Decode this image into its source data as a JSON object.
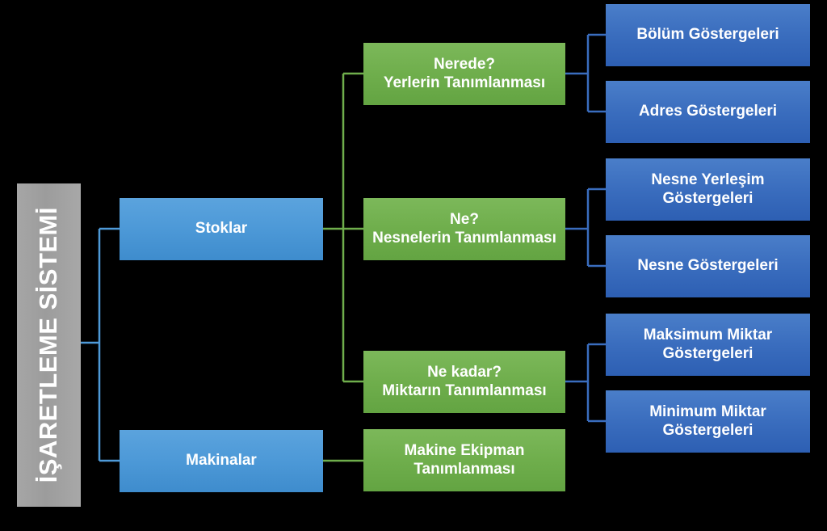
{
  "diagram": {
    "title": "İŞARETLEME SİSTEMİ",
    "background_color": "#000000",
    "colors": {
      "root_gray": "#a6a6a6",
      "level1_blue": "#4e9ad8",
      "level2_green": "#6fae4c",
      "level3_blue": "#3a6dbe",
      "text": "#ffffff"
    },
    "root": {
      "label": "İŞARETLEME SİSTEMİ"
    },
    "level1": [
      {
        "label": "Stoklar"
      },
      {
        "label": "Makinalar"
      }
    ],
    "level2": [
      {
        "label": "Nerede?\nYerlerin Tanımlanması"
      },
      {
        "label": "Ne?\nNesnelerin Tanımlanması"
      },
      {
        "label": "Ne kadar?\nMiktarın Tanımlanması"
      },
      {
        "label": "Makine Ekipman\nTanımlanması"
      }
    ],
    "level3": [
      {
        "label": "Bölüm Göstergeleri"
      },
      {
        "label": "Adres Göstergeleri"
      },
      {
        "label": "Nesne Yerleşim\nGöstergeleri"
      },
      {
        "label": "Nesne Göstergeleri"
      },
      {
        "label": "Maksimum Miktar\nGöstergeleri"
      },
      {
        "label": "Minimum Miktar\nGöstergeleri"
      }
    ]
  }
}
